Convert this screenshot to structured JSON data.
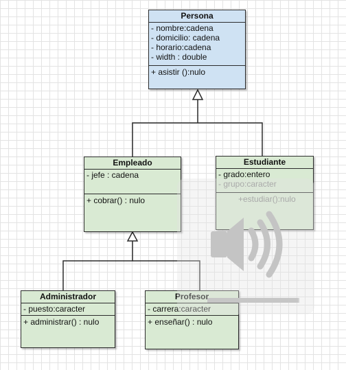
{
  "persona": {
    "name": "Persona",
    "attributes": [
      "- nombre:cadena",
      "- domicilio: cadena",
      "- horario:cadena",
      "- width : double"
    ],
    "operations": [
      "+ asistir ():nulo"
    ]
  },
  "empleado": {
    "name": "Empleado",
    "attributes": [
      "- jefe : cadena"
    ],
    "operations": [
      "+ cobrar() : nulo"
    ]
  },
  "estudiante": {
    "name": "Estudiante",
    "attributes": [
      "- grado:entero",
      "- grupo:caracter"
    ],
    "operations": [
      "+estudiar():nulo"
    ]
  },
  "administrador": {
    "name": "Administrador",
    "attributes": [
      "- puesto:caracter"
    ],
    "operations": [
      "+ administrar() : nulo"
    ]
  },
  "profesor": {
    "name": "Profesor",
    "attributes": [
      "- carrera:caracter"
    ],
    "operations": [
      "+ enseñar() : nulo"
    ]
  },
  "colors": {
    "base_class_fill": "#cfe2f3",
    "derived_class_fill": "#d9ead3",
    "line": "#2b2b2b",
    "grid": "#e3e3e3"
  },
  "overlay": {
    "icon": "speaker-volume-icon",
    "volume_level": 0.97
  }
}
